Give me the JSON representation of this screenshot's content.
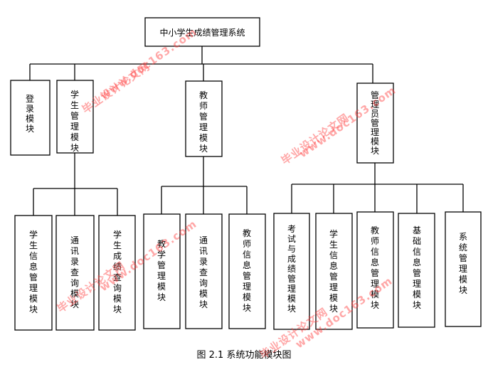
{
  "diagram": {
    "root": "中小学生成绩管理系统",
    "modules": [
      {
        "label": "登录模块",
        "children": []
      },
      {
        "label": "学生管理模块",
        "children": [
          "学生信息管理模块",
          "通讯录查询模块",
          "学生成绩查询模块"
        ]
      },
      {
        "label": "教师管理模块",
        "children": [
          "教学管理模块",
          "通讯录查询模块",
          "教师信息管理模块"
        ]
      },
      {
        "label": "管理员管理模块",
        "children": [
          "考试与成绩管理模块",
          "学生信息管理模块",
          "教师信息管理模块",
          "基础信息管理模块",
          "系统管理模块"
        ]
      }
    ],
    "caption": "图 2.1 系统功能模块图"
  },
  "watermark": {
    "cn": "毕业设计论文网",
    "url": "www.doc163.com",
    "color": "#ff3b3b"
  }
}
